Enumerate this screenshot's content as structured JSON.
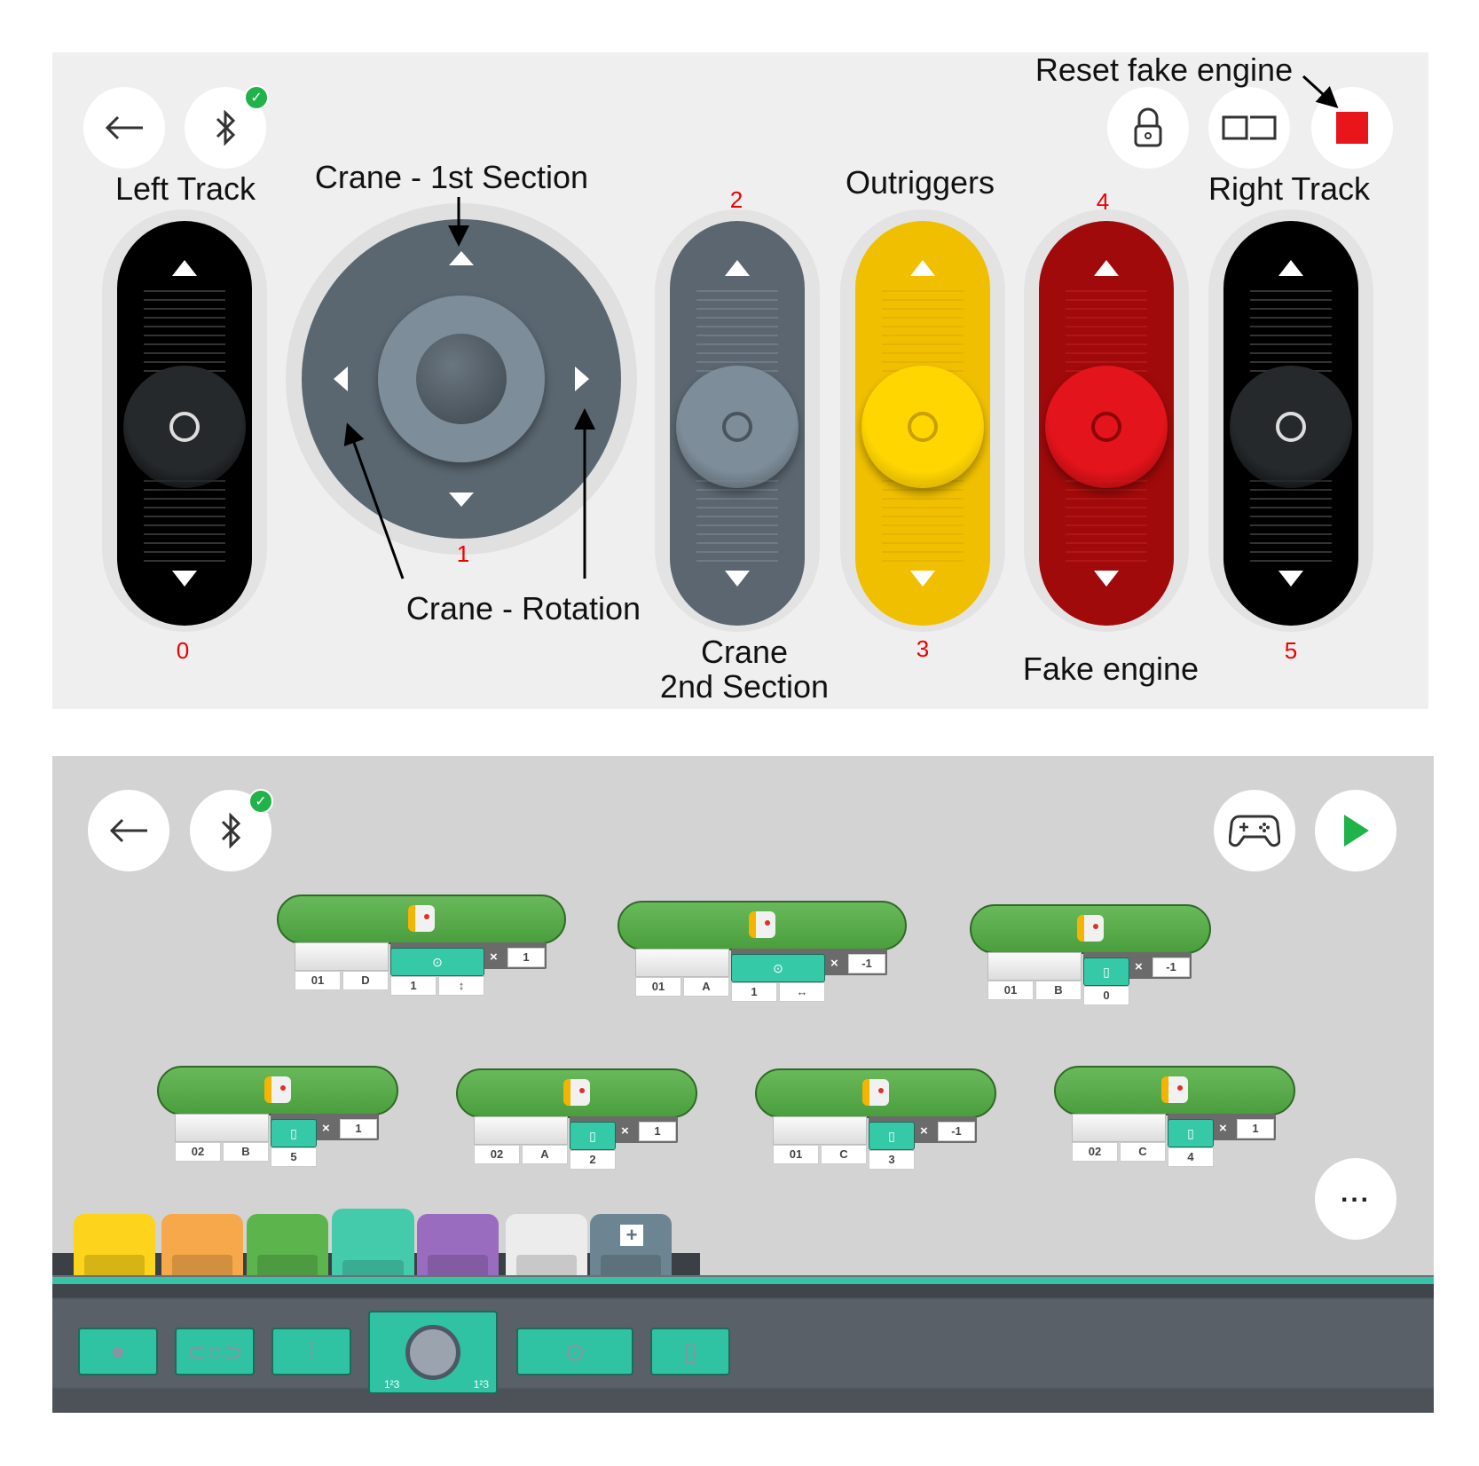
{
  "top_panel": {
    "labels": {
      "reset_fake_engine": "Reset fake engine",
      "left_track": "Left Track",
      "crane_1st": "Crane - 1st Section",
      "outriggers": "Outriggers",
      "right_track": "Right Track",
      "crane_rotation": "Crane - Rotation",
      "crane_2nd_line1": "Crane",
      "crane_2nd_line2": "2nd Section",
      "fake_engine": "Fake engine"
    },
    "port_numbers": [
      "0",
      "1",
      "2",
      "3",
      "4",
      "5"
    ],
    "colors": {
      "black": "#000000",
      "slate": "#5b6670",
      "yellow": "#f0c000",
      "red": "#a00a0a",
      "stop": "#e8161b"
    },
    "icons": [
      "back-arrow-icon",
      "bluetooth-icon",
      "check-icon",
      "lock-icon",
      "cards-icon",
      "stop-icon"
    ]
  },
  "bottom_panel": {
    "icons": [
      "back-arrow-icon",
      "bluetooth-icon",
      "check-icon",
      "gamepad-icon",
      "play-icon",
      "more-icon"
    ],
    "blocks": [
      {
        "port": "01",
        "motor": "D",
        "inputs": [
          "1",
          "↕"
        ],
        "mult": "1"
      },
      {
        "port": "01",
        "motor": "A",
        "inputs": [
          "1",
          "↔"
        ],
        "mult": "-1"
      },
      {
        "port": "01",
        "motor": "B",
        "inputs": [
          "0"
        ],
        "mult": "-1"
      },
      {
        "port": "02",
        "motor": "B",
        "inputs": [
          "5"
        ],
        "mult": "1"
      },
      {
        "port": "02",
        "motor": "A",
        "inputs": [
          "2"
        ],
        "mult": "1"
      },
      {
        "port": "01",
        "motor": "C",
        "inputs": [
          "3"
        ],
        "mult": "-1"
      },
      {
        "port": "02",
        "motor": "C",
        "inputs": [
          "4"
        ],
        "mult": "1"
      }
    ],
    "palette_tabs": [
      "yellow",
      "orange",
      "green",
      "teal",
      "purple",
      "white",
      "extension"
    ],
    "active_tab": "teal",
    "palette_pieces": [
      "button-piece",
      "switch-piece",
      "slider-piece",
      "gauge-piece",
      "joystick-piece",
      "vertical-slider-piece"
    ],
    "number_glyph": "1²3",
    "add_glyph": "+"
  }
}
